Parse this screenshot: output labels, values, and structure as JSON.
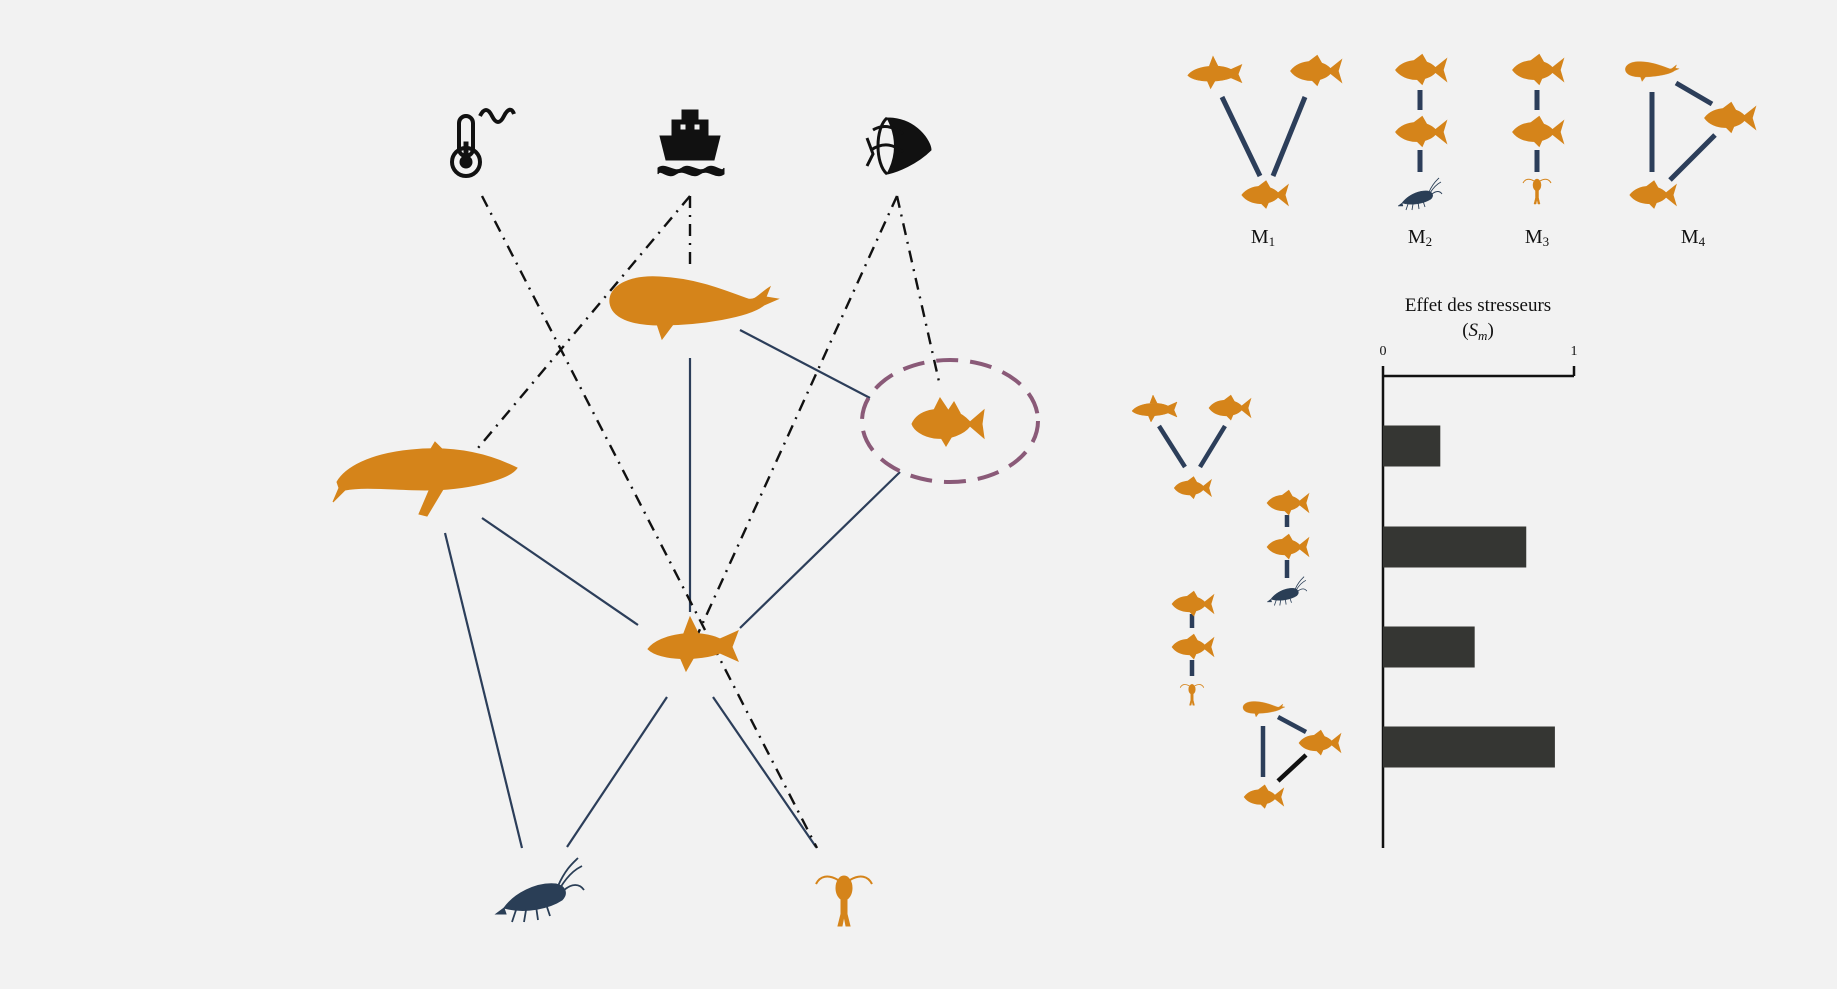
{
  "colors": {
    "background": "#f2f2f2",
    "species": "#d5841a",
    "invertebrate": "#2a3e56",
    "link": "#2c3e5a",
    "stressor_icon": "#111111",
    "highlight": "#8a5a78",
    "bar": "#353633"
  },
  "stressors": [
    {
      "id": "temperature",
      "icon": "thermometer-icon"
    },
    {
      "id": "shipping",
      "icon": "ship-icon"
    },
    {
      "id": "fishing",
      "icon": "fishing-net-icon"
    }
  ],
  "species": [
    {
      "id": "beluga",
      "icon": "beluga-icon"
    },
    {
      "id": "humpback",
      "icon": "humpback-whale-icon"
    },
    {
      "id": "cod",
      "icon": "cod-icon",
      "highlighted": true
    },
    {
      "id": "capelin",
      "icon": "capelin-icon"
    },
    {
      "id": "krill",
      "icon": "krill-icon"
    },
    {
      "id": "copepod",
      "icon": "copepod-icon"
    }
  ],
  "motifs": {
    "labels": [
      {
        "base": "M",
        "sub": "1"
      },
      {
        "base": "M",
        "sub": "2"
      },
      {
        "base": "M",
        "sub": "3"
      },
      {
        "base": "M",
        "sub": "4"
      }
    ]
  },
  "chart": {
    "title_line1": "Effet des stresseurs",
    "title_symbol": "S",
    "title_subscript": "m",
    "open_paren": "(",
    "close_paren": ")"
  },
  "chart_data": {
    "type": "bar",
    "orientation": "horizontal",
    "categories": [
      "M1",
      "M2",
      "M3",
      "M4"
    ],
    "values": [
      0.3,
      0.75,
      0.48,
      0.9
    ],
    "xlim": [
      0,
      1
    ],
    "tick_labels": [
      "0",
      "1"
    ],
    "title": "Effet des stresseurs (Sm)",
    "grid": false
  }
}
